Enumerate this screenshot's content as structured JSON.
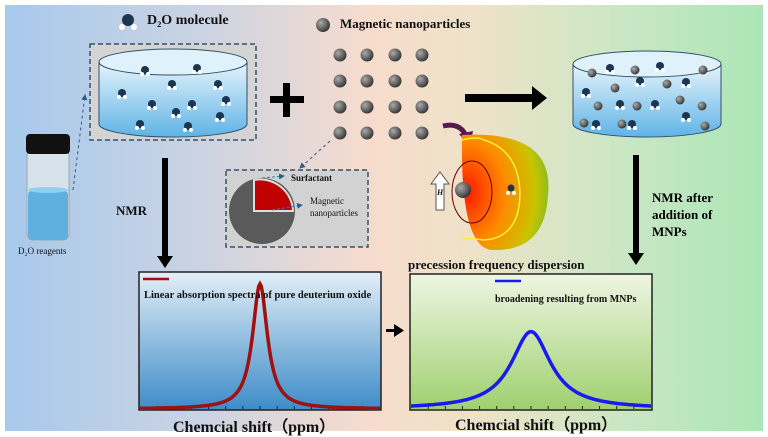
{
  "legend_top": {
    "d2o_molecule": "D₂O molecule",
    "magnetic_nanoparticles": "Magnetic nanoparticles"
  },
  "vial_label": "D₂O reagents",
  "inset": {
    "surfactant": "Surfactant",
    "core_line1": "Magnetic",
    "core_line2": "nanoparticles"
  },
  "field_label": "H",
  "nmr_left": "NMR",
  "nmr_right": [
    "NMR after",
    "addition of",
    "MNPs"
  ],
  "dispersion_label": "precession frequency dispersion",
  "charts": [
    {
      "legend": "Linear absorption spectra of pure deuterium oxide",
      "xlabel": "Chemcial shift（ppm）",
      "color": "#a01010"
    },
    {
      "legend": "broadening resulting from MNPs",
      "xlabel": "Chemcial shift（ppm）",
      "color": "#1a1aee"
    }
  ]
}
